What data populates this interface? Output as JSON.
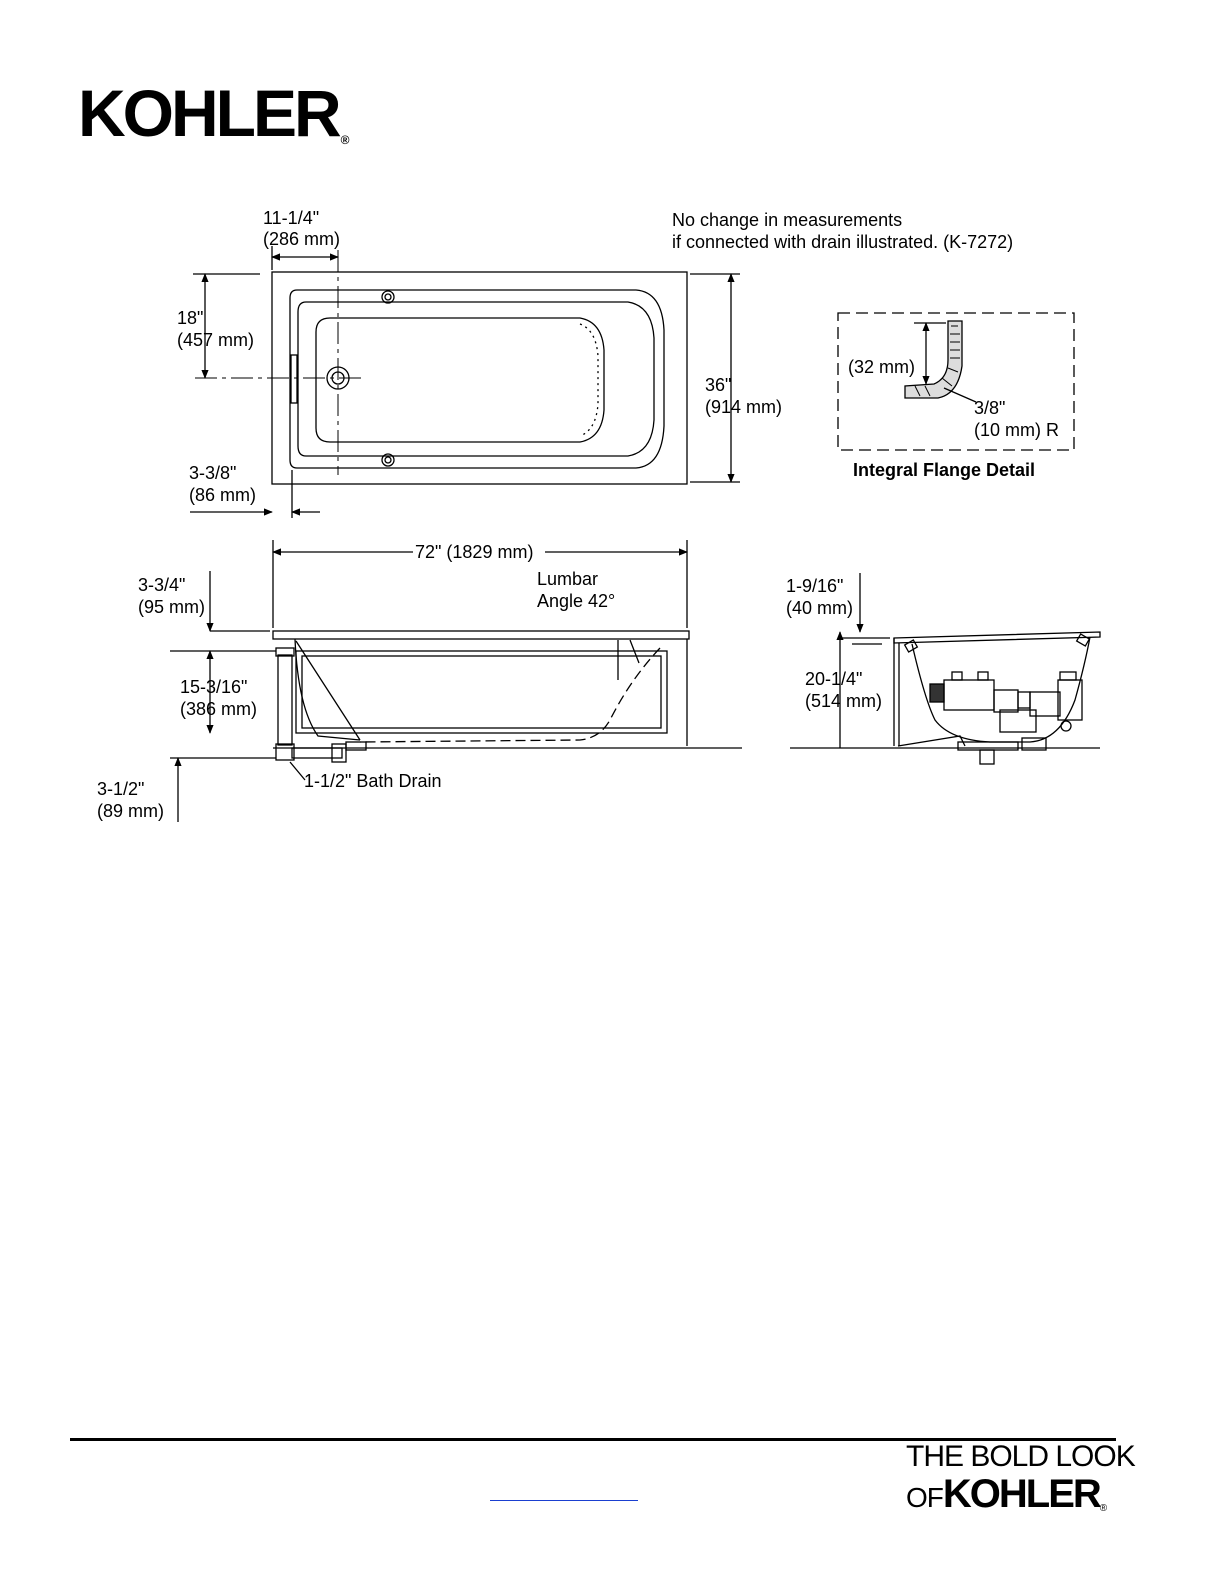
{
  "brand": {
    "name": "KOHLER",
    "reg": "®"
  },
  "tagline": {
    "line1": "THE BOLD LOOK",
    "line2_of": "OF",
    "line2_brand": "KOHLER",
    "reg": "®"
  },
  "note": {
    "line1": "No change in measurements",
    "line2": "if connected with drain illustrated. (K-7272)"
  },
  "top_view": {
    "drain_offset": {
      "in": "11-1/4\"",
      "mm": "(286 mm)"
    },
    "drain_height": {
      "in": "18\"",
      "mm": "(457 mm)"
    },
    "width": {
      "in": "36\"",
      "mm": "(914 mm)"
    },
    "edge": {
      "in": "3-3/8\"",
      "mm": "(86 mm)"
    }
  },
  "flange_detail": {
    "height_mm": "(32 mm)",
    "radius": {
      "in": "3/8\"",
      "mm": "(10 mm) R"
    },
    "title": "Integral Flange Detail"
  },
  "side_view": {
    "length": "72\" (1829 mm)",
    "lumbar": {
      "line1": "Lumbar",
      "line2": "Angle 42°"
    },
    "rim": {
      "in": "3-3/4\"",
      "mm": "(95 mm)"
    },
    "depth": {
      "in": "15-3/16\"",
      "mm": "(386 mm)"
    },
    "drain_label": "1-1/2\" Bath Drain",
    "drain_height": {
      "in": "3-1/2\"",
      "mm": "(89 mm)"
    }
  },
  "end_view": {
    "flange": {
      "in": "1-9/16\"",
      "mm": "(40 mm)"
    },
    "height": {
      "in": "20-1/4\"",
      "mm": "(514 mm)"
    }
  }
}
